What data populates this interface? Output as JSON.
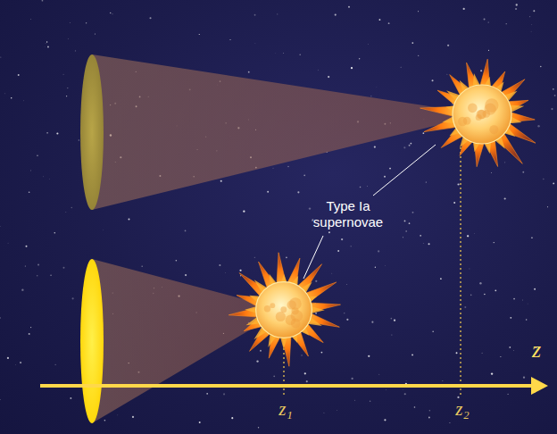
{
  "diagram": {
    "labels": [
      "Type Ia supernovae",
      "z",
      "z₁",
      "z₂"
    ]
  }
}
